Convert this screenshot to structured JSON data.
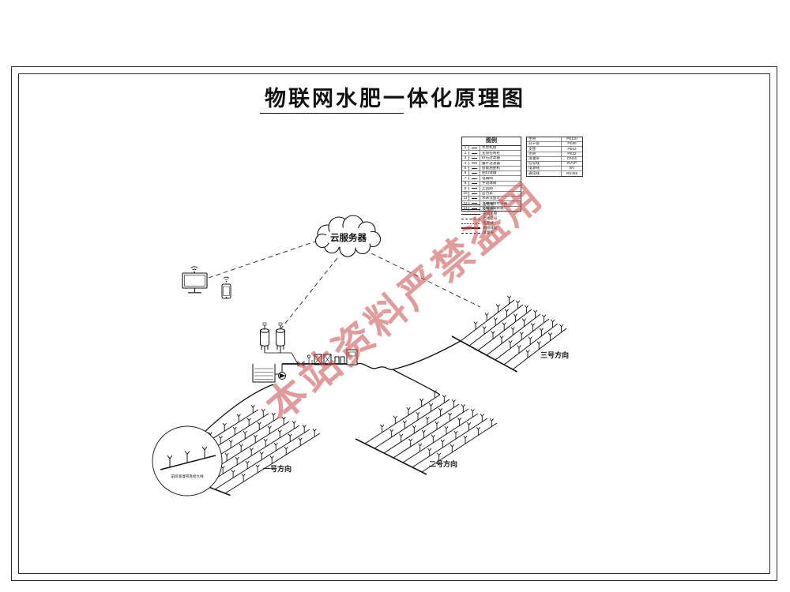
{
  "title": "物联网水肥一体化原理图",
  "watermark": "本站资料严禁盗用",
  "cloud": {
    "label": "云服务器"
  },
  "legend": {
    "title": "图例",
    "items": [
      {
        "no": "1",
        "name": "水泵机组"
      },
      {
        "no": "2",
        "name": "变频控制柜"
      },
      {
        "no": "3",
        "name": "砂石过滤器"
      },
      {
        "no": "4",
        "name": "叠片过滤器"
      },
      {
        "no": "5",
        "name": "智能施肥机"
      },
      {
        "no": "6",
        "name": "肥料储罐"
      },
      {
        "no": "7",
        "name": "电磁阀"
      },
      {
        "no": "8",
        "name": "手动球阀"
      },
      {
        "no": "9",
        "name": "止回阀"
      },
      {
        "no": "10",
        "name": "压力表"
      },
      {
        "no": "11",
        "name": "水表流量计"
      },
      {
        "no": "12",
        "name": "土壤墒情传感器"
      },
      {
        "no": "13",
        "name": "无线采集终端"
      }
    ]
  },
  "spec_table": {
    "items": [
      {
        "name": "主管",
        "spec": "PE110"
      },
      {
        "name": "分干管",
        "spec": "PE90"
      },
      {
        "name": "支管",
        "spec": "PE63"
      },
      {
        "name": "毛管",
        "spec": "PE32"
      },
      {
        "name": "滴灌带",
        "spec": "DN16"
      },
      {
        "name": "信号线",
        "spec": "RVVP"
      },
      {
        "name": "电源线",
        "spec": "BV"
      },
      {
        "name": "通讯线",
        "spec": "RS485"
      }
    ]
  },
  "line_legend": {
    "items": [
      {
        "style": "thick",
        "label": "主管道"
      },
      {
        "style": "solid",
        "label": "支管道"
      },
      {
        "style": "thin",
        "label": "田间毛管"
      },
      {
        "style": "dashed",
        "label": "无线信号"
      },
      {
        "style": "dotted",
        "label": "电源线"
      },
      {
        "style": "double",
        "label": "通讯线缆"
      },
      {
        "style": "dashed",
        "label": "滴灌带"
      }
    ]
  },
  "fields": [
    {
      "label": "一号方向"
    },
    {
      "label": "二号方向"
    },
    {
      "label": "三号方向"
    }
  ],
  "detail": {
    "note": "田间滴灌带连接大样"
  },
  "icons": {
    "cloud": "cloud-shape",
    "wifi": "wifi-signal-arcs",
    "monitor": "desktop-monitor",
    "phone": "smartphone"
  }
}
